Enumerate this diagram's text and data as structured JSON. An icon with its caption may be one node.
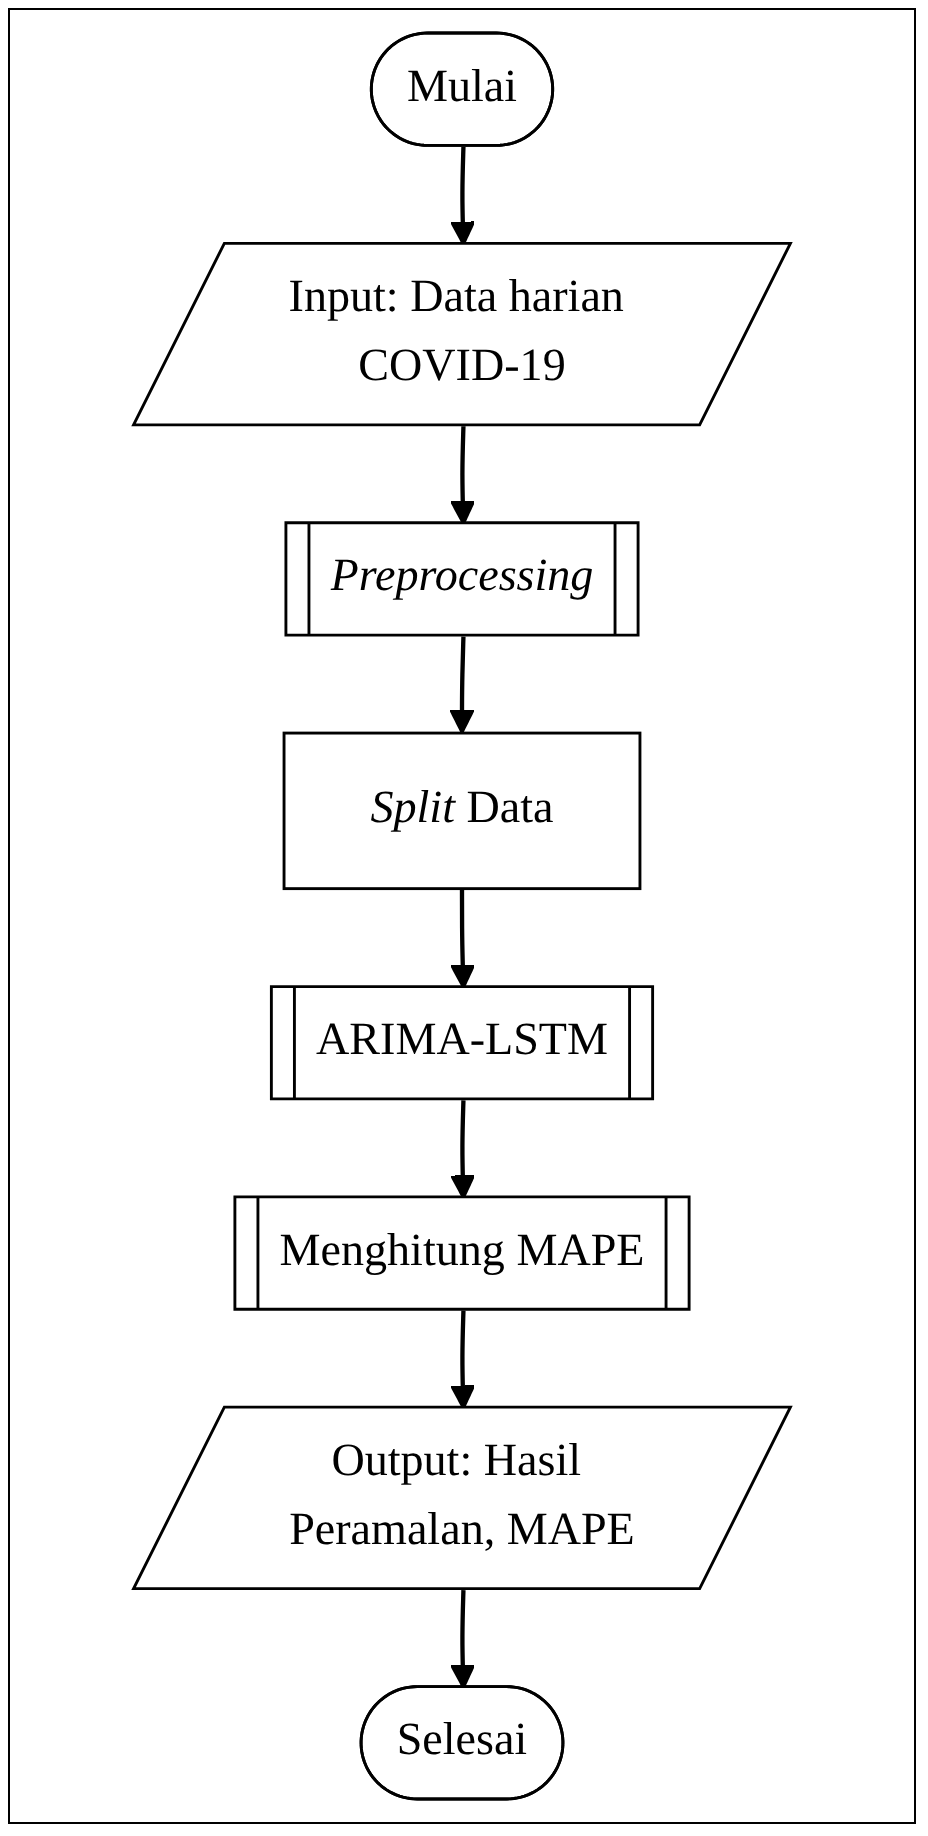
{
  "diagram": {
    "nodes": [
      {
        "text": [
          "Mulai"
        ]
      },
      {
        "text": [
          "Input: Data harian COVID-19"
        ]
      },
      {
        "text": [
          "Preprocessing"
        ]
      },
      {
        "text": [
          "*Split* Data"
        ]
      },
      {
        "text": [
          "ARIMA-LSTM"
        ]
      },
      {
        "text": [
          "Menghitung MAPE"
        ]
      },
      {
        "text": [
          "Output: Hasil Peramalan, MAPE"
        ]
      },
      {
        "text": [
          "Selesai"
        ]
      }
    ],
    "edges": [
      {
        "from": 0,
        "to": 1,
        "arrow": "to"
      },
      {
        "from": 1,
        "to": 2,
        "arrow": "to"
      },
      {
        "from": 2,
        "to": 3,
        "arrow": "to"
      },
      {
        "from": 3,
        "to": 4,
        "arrow": "to"
      },
      {
        "from": 4,
        "to": 5,
        "arrow": "to"
      },
      {
        "from": 5,
        "to": 6,
        "arrow": "to"
      },
      {
        "from": 6,
        "to": 7,
        "arrow": "to"
      }
    ]
  }
}
